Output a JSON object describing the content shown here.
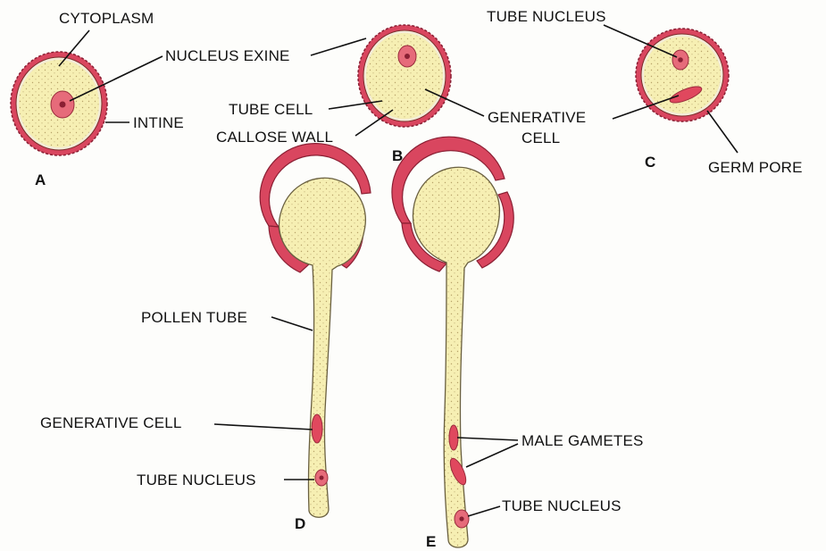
{
  "labels": {
    "cytoplasm": "CYTOPLASM",
    "nucleus_exine": "NUCLEUS EXINE",
    "intine": "INTINE",
    "tube_cell": "TUBE CELL",
    "callose_wall": "CALLOSE WALL",
    "tube_nucleus_c": "TUBE NUCLEUS",
    "generative_cell_c_1": "GENERATIVE",
    "generative_cell_c_2": "CELL",
    "germ_pore": "GERM PORE",
    "pollen_tube": "POLLEN TUBE",
    "generative_cell_d": "GENERATIVE CELL",
    "tube_nucleus_d": "TUBE NUCLEUS",
    "male_gametes": "MALE GAMETES",
    "tube_nucleus_e": "TUBE NUCLEUS"
  },
  "stages": {
    "a": "A",
    "b": "B",
    "c": "C",
    "d": "D",
    "e": "E"
  },
  "colors": {
    "wall": "#d9465f",
    "cytoplasm": "#f6efb3",
    "intine": "#f3ecd8",
    "nucleus": "#e66b7a",
    "line": "#111111"
  }
}
